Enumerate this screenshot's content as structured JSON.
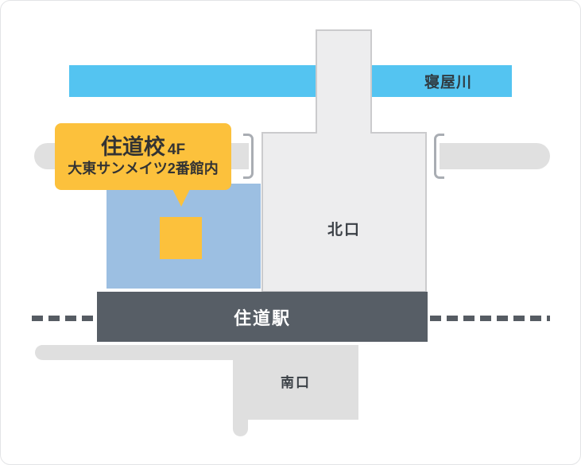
{
  "map": {
    "river": {
      "label": "寝屋川"
    },
    "callout": {
      "title": "住道校",
      "floor": "4F",
      "subtitle": "大東サンメイツ2番館内"
    },
    "station": {
      "name": "住道駅",
      "north_exit": "北口",
      "south_exit": "南口"
    },
    "colors": {
      "accent_yellow": "#fcc13c",
      "river_blue": "#54c4f1",
      "school_building_blue": "#9cbfe2",
      "station_platform_dark": "#575e66",
      "road_gray": "#dfdfdf",
      "north_building_gray": "#ededee",
      "label_dark": "#3b4046"
    }
  }
}
